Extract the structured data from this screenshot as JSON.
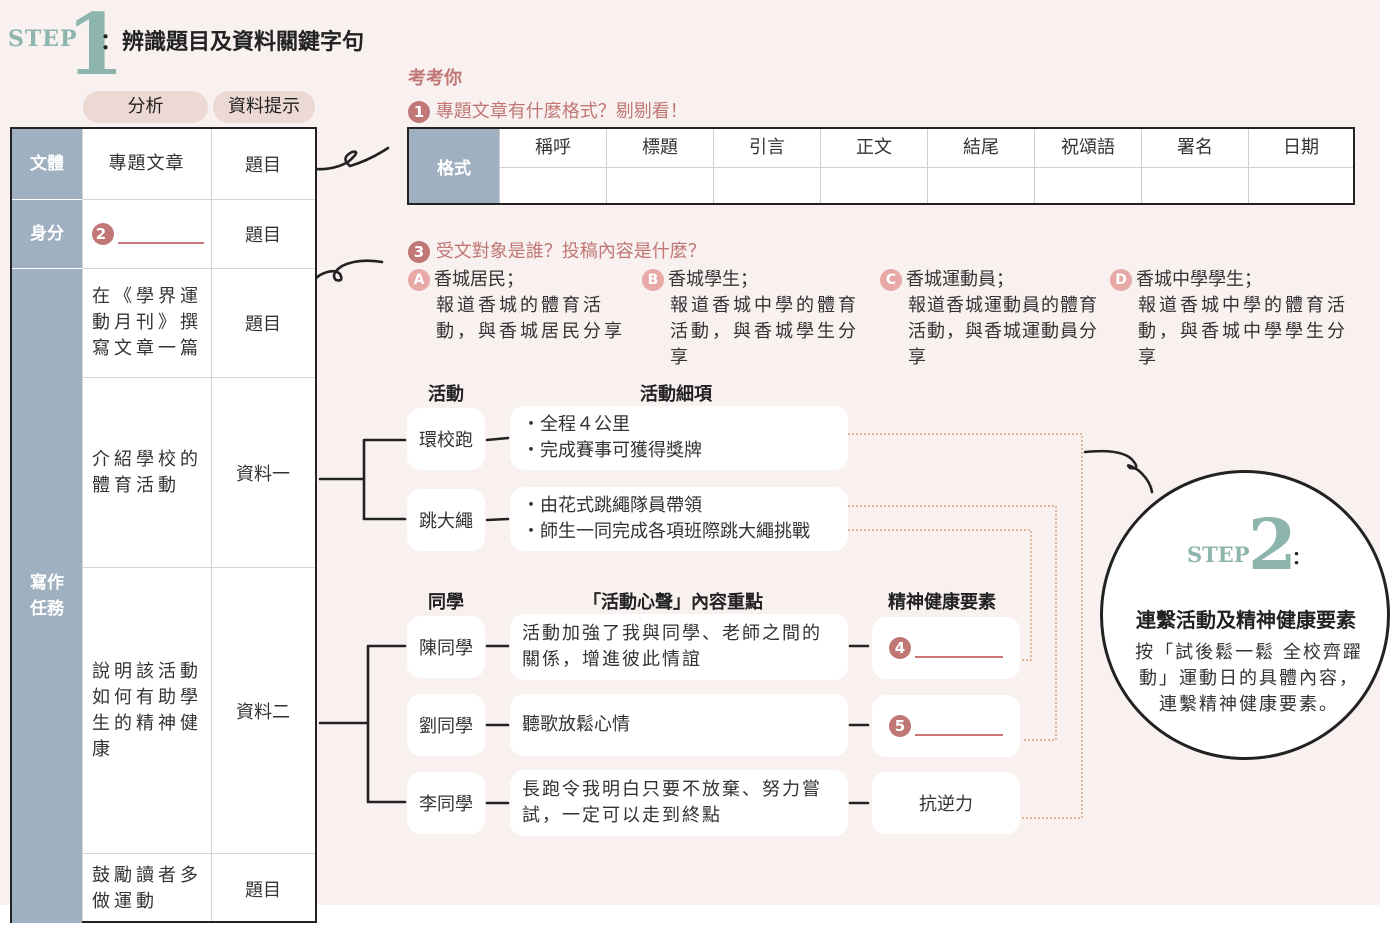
{
  "step1": {
    "word": "STEP",
    "num": "1",
    "title": "：辨識題目及資料關鍵字句"
  },
  "pills": {
    "analysis": "分析",
    "hint": "資料提示"
  },
  "left_table": {
    "rows": [
      {
        "label": "文體",
        "content": "專題文章",
        "hint": "題目"
      },
      {
        "label": "身分",
        "badge": "2",
        "hint": "題目"
      },
      {
        "content": "在《學界運動月刊》撰寫文章一篇",
        "hint": "題目"
      },
      {
        "content": "介紹學校的體育活動",
        "hint": "資料一"
      },
      {
        "content": "說明該活動如何有助學生的精神健康",
        "hint": "資料二"
      },
      {
        "content": "鼓勵讀者多做運動",
        "hint": "題目"
      }
    ],
    "task_label": "寫作\n任務"
  },
  "quiz": {
    "title": "考考你",
    "q1_num": "1",
    "q1": "專題文章有什麼格式？剔剔看！",
    "format_label": "格式",
    "format_cols": [
      "稱呼",
      "標題",
      "引言",
      "正文",
      "結尾",
      "祝頌語",
      "署名",
      "日期"
    ],
    "q3_num": "3",
    "q3": "受文對象是誰？投稿內容是什麼？",
    "options": [
      {
        "letter": "A",
        "head": "香城居民；",
        "body": "報道香城的體育活動，與香城居民分享"
      },
      {
        "letter": "B",
        "head": "香城學生；",
        "body": "報道香城中學的體育活動，與香城學生分享"
      },
      {
        "letter": "C",
        "head": "香城運動員；",
        "body": "報道香城運動員的體育活動，與香城運動員分享"
      },
      {
        "letter": "D",
        "head": "香城中學學生；",
        "body": "報道香城中學的體育活動，與香城中學學生分享"
      }
    ]
  },
  "flow": {
    "h_activity": "活動",
    "h_detail": "活動細項",
    "activities": [
      {
        "name": "環校跑",
        "details": [
          "・全程４公里",
          "・完成賽事可獲得獎牌"
        ]
      },
      {
        "name": "跳大繩",
        "details": [
          "・由花式跳繩隊員帶領",
          "・師生一同完成各項班際跳大繩挑戰"
        ]
      }
    ],
    "h_student": "同學",
    "h_points": "「活動心聲」內容重點",
    "h_spirit": "精神健康要素",
    "students": [
      {
        "name": "陳同學",
        "point": "活動加強了我與同學、老師之間的關係，增進彼此情誼",
        "badge": "4"
      },
      {
        "name": "劉同學",
        "point": "聽歌放鬆心情",
        "badge": "5"
      },
      {
        "name": "李同學",
        "point": "長跑令我明白只要不放棄、努力嘗試，一定可以走到終點",
        "spirit": "抗逆力"
      }
    ]
  },
  "step2": {
    "word": "STEP",
    "num": "2",
    "colon": "：",
    "title": "連繫活動及精神健康要素",
    "desc": "按「試後鬆一鬆 全校齊躍動」運動日的具體內容，連繫精神健康要素。"
  },
  "colors": {
    "accent_red": "#c07775",
    "accent_teal": "#8db5ad",
    "slate": "#9fb0c0"
  }
}
